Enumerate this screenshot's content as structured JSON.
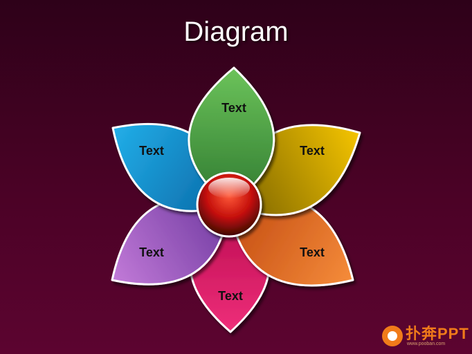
{
  "title": "Diagram",
  "petals": [
    {
      "label": "Text",
      "color_light": "#6cc35a",
      "color_dark": "#2f7a30"
    },
    {
      "label": "Text",
      "color_light": "#f4c400",
      "color_dark": "#7a6200"
    },
    {
      "label": "Text",
      "color_light": "#f58c3a",
      "color_dark": "#c24a12"
    },
    {
      "label": "Text",
      "color_light": "#ef2f7a",
      "color_dark": "#b80a4e"
    },
    {
      "label": "Text",
      "color_light": "#c27ad8",
      "color_dark": "#6f3aa0"
    },
    {
      "label": "Text",
      "color_light": "#22aee8",
      "color_dark": "#0a6aa8"
    }
  ],
  "center_color": "#d41010",
  "logo": {
    "text": "扑奔PPT",
    "url": "www.pooban.com",
    "color": "#f07b1a"
  }
}
